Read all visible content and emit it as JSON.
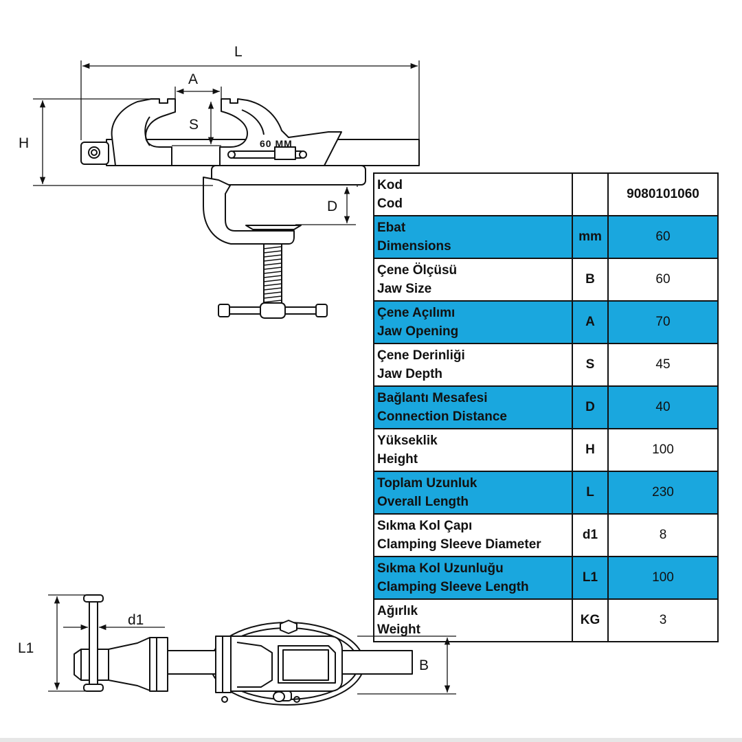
{
  "diagram": {
    "side_view_labels": {
      "L": "L",
      "A": "A",
      "S": "S",
      "H": "H",
      "D": "D"
    },
    "jaw_marking": "60 MM",
    "top_view_labels": {
      "L1": "L1",
      "d1": "d1",
      "B": "B"
    }
  },
  "table": {
    "highlight_color": "#1aa7de",
    "rows": [
      {
        "label_tr": "Kod",
        "label_en": "Cod",
        "symbol": "",
        "value": "9080101060",
        "highlight": false
      },
      {
        "label_tr": "Ebat",
        "label_en": "Dimensions",
        "symbol": "mm",
        "value": "60",
        "highlight": true
      },
      {
        "label_tr": "Çene Ölçüsü",
        "label_en": "Jaw Size",
        "symbol": "B",
        "value": "60",
        "highlight": false
      },
      {
        "label_tr": "Çene Açılımı",
        "label_en": "Jaw Opening",
        "symbol": "A",
        "value": "70",
        "highlight": true
      },
      {
        "label_tr": "Çene Derinliği",
        "label_en": "Jaw Depth",
        "symbol": "S",
        "value": "45",
        "highlight": false
      },
      {
        "label_tr": "Bağlantı  Mesafesi",
        "label_en": "Connection  Distance",
        "symbol": "D",
        "value": "40",
        "highlight": true
      },
      {
        "label_tr": "Yükseklik",
        "label_en": "Height",
        "symbol": "H",
        "value": "100",
        "highlight": false
      },
      {
        "label_tr": "Toplam Uzunluk",
        "label_en": "Overall Length",
        "symbol": "L",
        "value": "230",
        "highlight": true
      },
      {
        "label_tr": "Sıkma Kol Çapı",
        "label_en": "Clamping Sleeve Diameter",
        "symbol": "d1",
        "value": "8",
        "highlight": false
      },
      {
        "label_tr": "Sıkma Kol Uzunluğu",
        "label_en": "Clamping Sleeve Length",
        "symbol": "L1",
        "value": "100",
        "highlight": true
      },
      {
        "label_tr": "Ağırlık",
        "label_en": "Weight",
        "symbol": "KG",
        "value": "3",
        "highlight": false
      }
    ]
  }
}
